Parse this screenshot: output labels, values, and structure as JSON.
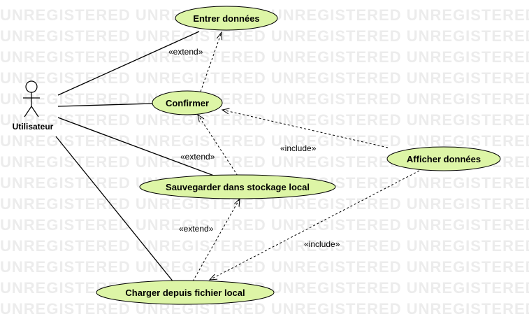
{
  "watermark": {
    "text": "UNREGISTERED UNREGISTERED UNREGISTERED UNREGISTERED"
  },
  "actor": {
    "name": "Utilisateur"
  },
  "use_cases": {
    "entrer": "Entrer données",
    "confirmer": "Confirmer",
    "sauvegarder": "Sauvegarder dans stockage local",
    "charger": "Charger depuis fichier local",
    "afficher": "Afficher données"
  },
  "relations": {
    "extend_entrer": "«extend»",
    "extend_sauvegarder": "«extend»",
    "extend_charger": "«extend»",
    "include_confirmer": "«include»",
    "include_charger": "«include»"
  }
}
